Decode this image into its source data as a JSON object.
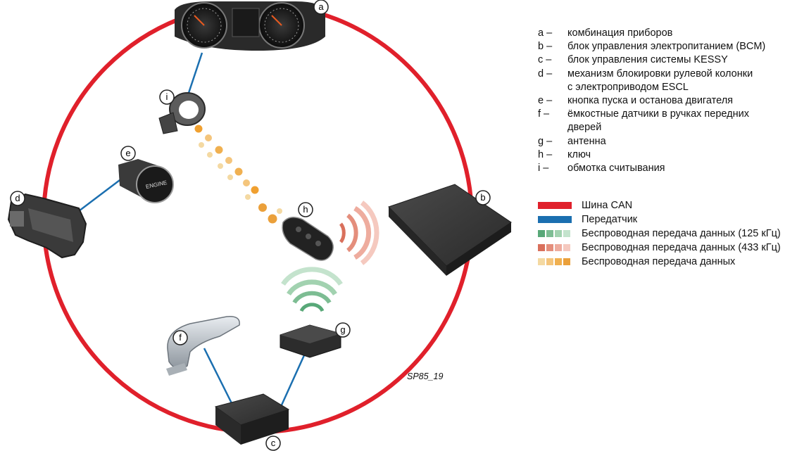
{
  "labels": {
    "a": "a",
    "b": "b",
    "c": "c",
    "d": "d",
    "e": "e",
    "f": "f",
    "g": "g",
    "h": "h",
    "i": "i"
  },
  "caption": "SP85_19",
  "start_button_text": "ENGINE",
  "legend_items": [
    {
      "key": "a –",
      "text": "комбинация приборов"
    },
    {
      "key": "b –",
      "text": "блок управления электропитанием (BCM)"
    },
    {
      "key": "c –",
      "text": "блок управления системы KESSY"
    },
    {
      "key": "d –",
      "text": "механизм блокировки рулевой колонки"
    },
    {
      "key": "",
      "text": "с электроприводом ESCL"
    },
    {
      "key": "e –",
      "text": "кнопка пуска и останова двигателя"
    },
    {
      "key": "f –",
      "text": "ёмкостные датчики в ручках передних"
    },
    {
      "key": "",
      "text": "дверей"
    },
    {
      "key": "g –",
      "text": "антенна"
    },
    {
      "key": "h –",
      "text": "ключ"
    },
    {
      "key": "i –",
      "text": "обмотка считывания"
    }
  ],
  "signal_legend": [
    {
      "text": "Шина CAN",
      "color": "#e0202b"
    },
    {
      "text": "Передатчик",
      "color": "#1b6fb0"
    },
    {
      "text": "Беспроводная передача данных (125 кГц)",
      "colors": [
        "#58a878",
        "#7dbd93",
        "#a2d2b0",
        "#c4e3cd"
      ]
    },
    {
      "text": "Беспроводная передача данных (433 кГц)",
      "colors": [
        "#d9705c",
        "#e48e7c",
        "#eeac9e",
        "#f5c9bf"
      ]
    },
    {
      "text": "Беспроводная передача данных",
      "colors": [
        "#f4d9a2",
        "#f4c57c",
        "#f0b050",
        "#eba03a"
      ]
    }
  ],
  "colors": {
    "can_bus": "#e0202b",
    "transmitter": "#1b6fb0",
    "orange": "#f0a030",
    "green": "#58a878",
    "salmon": "#e48e7c"
  }
}
